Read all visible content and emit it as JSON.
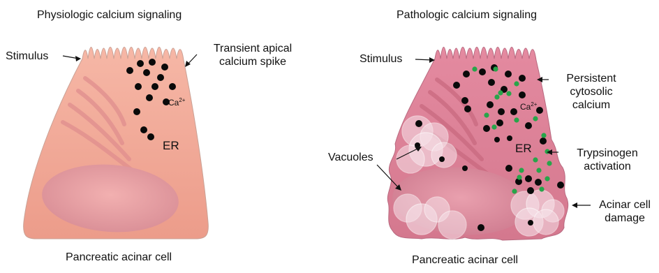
{
  "left_panel": {
    "title": "Physiologic calcium signaling",
    "stimulus": "Stimulus",
    "spike_label": [
      "Transient apical",
      "calcium spike"
    ],
    "ion_label": "Ca",
    "ion_charge": "2+",
    "er_label": "ER",
    "cell_caption": "Pancreatic acinar cell"
  },
  "right_panel": {
    "title": "Pathologic calcium signaling",
    "stimulus": "Stimulus",
    "persistent_label": [
      "Persistent",
      "cytosolic",
      "calcium"
    ],
    "ion_label": "Ca",
    "ion_charge": "2+",
    "er_label": "ER",
    "vacuoles_label": "Vacuoles",
    "trypsinogen_label": [
      "Trypsinogen",
      "activation"
    ],
    "damage_label": [
      "Acinar cell",
      "damage"
    ],
    "cell_caption": "Pancreatic acinar cell"
  },
  "colors": {
    "cell_healthy": "#f0a694",
    "cell_damaged": "#dc8298",
    "calcium_dot": "#0a0a0a",
    "trypsinogen_dot": "#27a54a",
    "vacuole": "#f7e3ea"
  }
}
